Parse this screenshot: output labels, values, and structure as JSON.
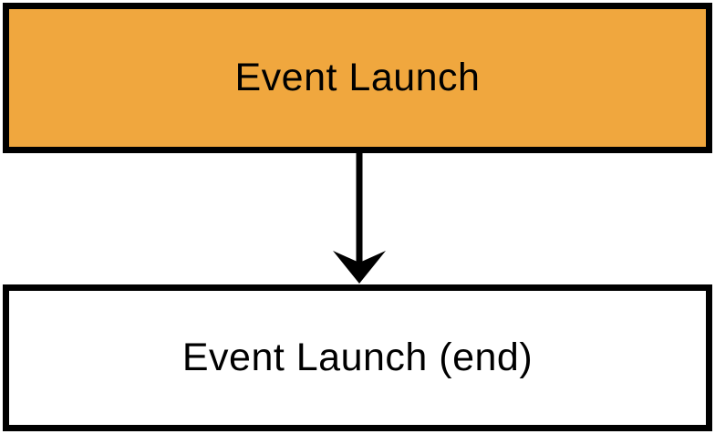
{
  "diagram": {
    "type": "flowchart",
    "background_color": "#ffffff",
    "nodes": [
      {
        "id": "event-launch",
        "label": "Event Launch",
        "fill": "#f0a73e",
        "border_color": "#000000",
        "text_color": "#000000"
      },
      {
        "id": "event-launch-end",
        "label": "Event Launch (end)",
        "fill": "#ffffff",
        "border_color": "#000000",
        "text_color": "#000000"
      }
    ],
    "edges": [
      {
        "from": "event-launch",
        "to": "event-launch-end",
        "direction": "down",
        "color": "#000000"
      }
    ]
  }
}
